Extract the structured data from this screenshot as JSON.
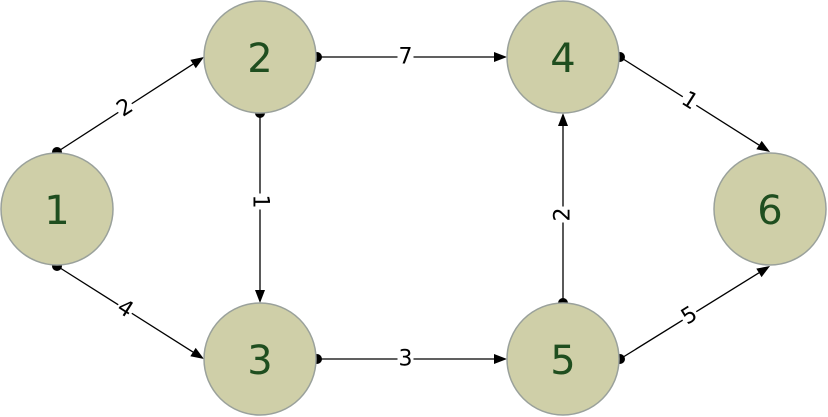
{
  "nodes": [
    {
      "id": "1",
      "label": "1"
    },
    {
      "id": "2",
      "label": "2"
    },
    {
      "id": "3",
      "label": "3"
    },
    {
      "id": "4",
      "label": "4"
    },
    {
      "id": "5",
      "label": "5"
    },
    {
      "id": "6",
      "label": "6"
    }
  ],
  "edges": [
    {
      "from": "1",
      "to": "2",
      "weight": "2"
    },
    {
      "from": "1",
      "to": "3",
      "weight": "4"
    },
    {
      "from": "2",
      "to": "4",
      "weight": "7"
    },
    {
      "from": "2",
      "to": "3",
      "weight": "1"
    },
    {
      "from": "3",
      "to": "5",
      "weight": "3"
    },
    {
      "from": "5",
      "to": "4",
      "weight": "2"
    },
    {
      "from": "4",
      "to": "6",
      "weight": "1"
    },
    {
      "from": "5",
      "to": "6",
      "weight": "5"
    }
  ],
  "colors": {
    "node_fill": "#cfcfa8",
    "node_text": "#1f4e1f",
    "edge": "#000000"
  }
}
